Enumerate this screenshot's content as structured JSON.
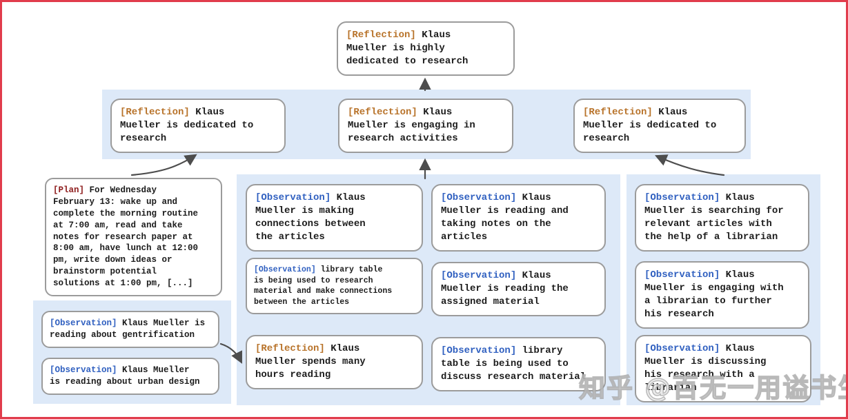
{
  "colors": {
    "frame": "#e13c4c",
    "panel_blue": "#dde9f8",
    "box_border": "#9b9b9b",
    "box_background": "#ffffff",
    "text": "#1c1c1c",
    "reflection_tag": "#b8732a",
    "observation_tag": "#3060c0",
    "plan_tag": "#8e1c1c",
    "arrow": "#4d4d4d"
  },
  "tree": {
    "root": {
      "tag": "[Reflection]",
      "text": "Klaus\nMueller is highly\ndedicated to research"
    },
    "level2": [
      {
        "tag": "[Reflection]",
        "text": "Klaus\nMueller is dedicated to\nresearch"
      },
      {
        "tag": "[Reflection]",
        "text": "Klaus\nMueller is engaging in\nresearch activities"
      },
      {
        "tag": "[Reflection]",
        "text": "Klaus\nMueller is dedicated to\nresearch"
      }
    ]
  },
  "plan": {
    "tag": "[Plan]",
    "text": "For Wednesday\nFebruary 13: wake up and\ncomplete the morning routine\nat 7:00 am, read and take\nnotes for research paper at\n8:00 am, have lunch at 12:00\npm, write down ideas or\nbrainstorm potential\nsolutions at 1:00 pm, [...]"
  },
  "left_panel": {
    "items": [
      {
        "tag": "[Observation]",
        "text": "Klaus Mueller is\nreading about gentrification"
      },
      {
        "tag": "[Observation]",
        "text": "Klaus Mueller\nis reading about urban design"
      }
    ]
  },
  "middle_panel": {
    "items": [
      {
        "tag": "[Observation]",
        "text": "Klaus\nMueller is making\nconnections between\nthe articles"
      },
      {
        "tag": "[Observation]",
        "text": "Klaus\nMueller is reading and\ntaking notes on the\narticles"
      },
      {
        "tag": "[Observation]",
        "text": "library table\nis being used to research\nmaterial and make connections\nbetween the articles"
      },
      {
        "tag": "[Observation]",
        "text": "Klaus\nMueller is reading the\nassigned material"
      },
      {
        "tag": "[Reflection]",
        "text": "Klaus\nMueller spends many\nhours reading"
      },
      {
        "tag": "[Observation]",
        "text": "library\ntable is being used to\ndiscuss research material"
      }
    ]
  },
  "right_panel": {
    "items": [
      {
        "tag": "[Observation]",
        "text": "Klaus\nMueller is searching for\nrelevant articles with\nthe help of a librarian"
      },
      {
        "tag": "[Observation]",
        "text": "Klaus\nMueller is engaging with\na librarian to further\nhis research"
      },
      {
        "tag": "[Observation]",
        "text": "Klaus\nMueller is discussing\nhis research with a\nlibrarian"
      }
    ]
  },
  "watermark": {
    "text": "知乎 @百无一用谥书生"
  }
}
